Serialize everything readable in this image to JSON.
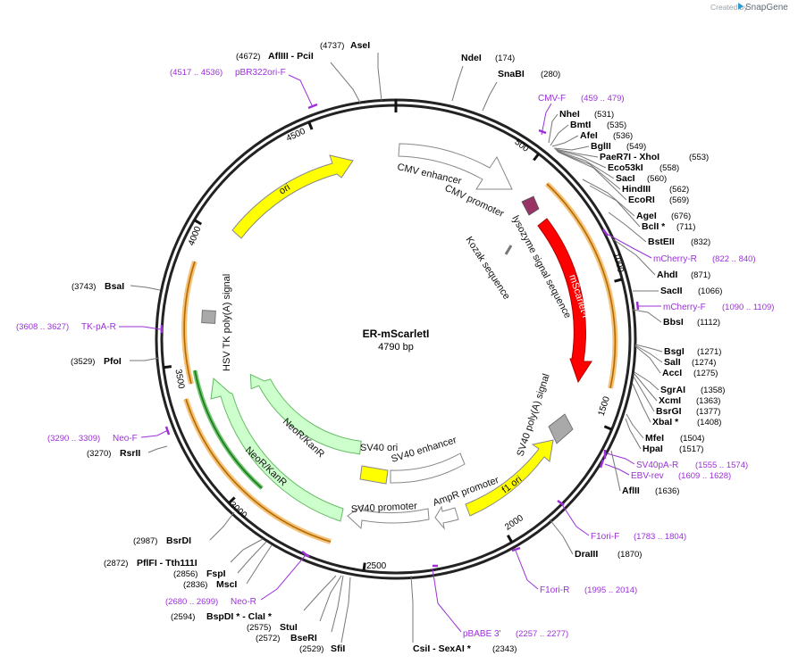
{
  "branding": {
    "created_by": "Created by",
    "brand": "SnapGene"
  },
  "plasmid": {
    "name": "ER-mScarletI",
    "size": "4790 bp",
    "length": 4790
  },
  "ticks": [
    {
      "pos": 500,
      "label": "500"
    },
    {
      "pos": 1000,
      "label": "1000"
    },
    {
      "pos": 1500,
      "label": "1500"
    },
    {
      "pos": 2000,
      "label": "2000"
    },
    {
      "pos": 2500,
      "label": "2500"
    },
    {
      "pos": 3000,
      "label": "3000"
    },
    {
      "pos": 3500,
      "label": "3500"
    },
    {
      "pos": 4000,
      "label": "4000"
    },
    {
      "pos": 4500,
      "label": "4500"
    }
  ],
  "features": [
    {
      "name": "CMV enhancer",
      "label": "CMV enhancer",
      "color": "#ffffff",
      "stroke": "#888888"
    },
    {
      "name": "CMV promoter",
      "label": "CMV promoter",
      "color": "#ffffff",
      "stroke": "#888888"
    },
    {
      "name": "lysozyme signal sequence",
      "label": "lysozyme signal sequence",
      "color": "#993366"
    },
    {
      "name": "Kozak sequence",
      "label": "Kozak sequence",
      "color": "#999999"
    },
    {
      "name": "mScarlet-I",
      "label": "mScarlet-I",
      "color": "#ff0000"
    },
    {
      "name": "SV40 poly(A) signal",
      "label": "SV40 poly(A) signal",
      "color": "#999999"
    },
    {
      "name": "f1 ori",
      "label": "f1 ori",
      "color": "#ffff00"
    },
    {
      "name": "AmpR promoter",
      "label": "AmpR promoter",
      "color": "#ffffff"
    },
    {
      "name": "SV40 promoter",
      "label": "SV40 promoter",
      "color": "#ffffff"
    },
    {
      "name": "SV40 ori",
      "label": "SV40 ori",
      "color": "#ffff00"
    },
    {
      "name": "SV40 enhancer",
      "label": "SV40 enhancer",
      "color": "#ffffff"
    },
    {
      "name": "NeoR/KanR inner",
      "label": "NeoR/KanR",
      "color": "#ccffcc"
    },
    {
      "name": "NeoR/KanR outer",
      "label": "NeoR/KanR",
      "color": "#ccffcc"
    },
    {
      "name": "HSV TK poly(A) signal",
      "label": "HSV TK poly(A) signal",
      "color": "#999999"
    },
    {
      "name": "ori",
      "label": "ori",
      "color": "#ffff00"
    }
  ],
  "sites": [
    {
      "pos": 4737,
      "name": "AseI",
      "coord": "(4737)"
    },
    {
      "pos": 4672,
      "name": "AflIII  - PciI",
      "coord": "(4672)"
    },
    {
      "pos": 174,
      "name": "NdeI",
      "coord": "(174)"
    },
    {
      "pos": 280,
      "name": "SnaBI",
      "coord": "(280)"
    },
    {
      "pos": 531,
      "name": "NheI",
      "coord": "(531)"
    },
    {
      "pos": 535,
      "name": "BmtI",
      "coord": "(535)"
    },
    {
      "pos": 536,
      "name": "AfeI",
      "coord": "(536)"
    },
    {
      "pos": 549,
      "name": "BglII",
      "coord": "(549)"
    },
    {
      "pos": 553,
      "name": "PaeR7I  - XhoI",
      "coord": "(553)"
    },
    {
      "pos": 558,
      "name": "Eco53kI",
      "coord": "(558)"
    },
    {
      "pos": 560,
      "name": "SacI",
      "coord": "(560)"
    },
    {
      "pos": 562,
      "name": "HindIII",
      "coord": "(562)"
    },
    {
      "pos": 569,
      "name": "EcoRI",
      "coord": "(569)"
    },
    {
      "pos": 676,
      "name": "AgeI",
      "coord": "(676)"
    },
    {
      "pos": 711,
      "name": "BclI *",
      "coord": "(711)"
    },
    {
      "pos": 832,
      "name": "BstEII",
      "coord": "(832)"
    },
    {
      "pos": 871,
      "name": "AhdI",
      "coord": "(871)"
    },
    {
      "pos": 1066,
      "name": "SacII",
      "coord": "(1066)"
    },
    {
      "pos": 1112,
      "name": "BbsI",
      "coord": "(1112)"
    },
    {
      "pos": 1271,
      "name": "BsgI",
      "coord": "(1271)"
    },
    {
      "pos": 1274,
      "name": "SalI",
      "coord": "(1274)"
    },
    {
      "pos": 1275,
      "name": "AccI",
      "coord": "(1275)"
    },
    {
      "pos": 1358,
      "name": "SgrAI",
      "coord": "(1358)"
    },
    {
      "pos": 1363,
      "name": "XcmI",
      "coord": "(1363)"
    },
    {
      "pos": 1377,
      "name": "BsrGI",
      "coord": "(1377)"
    },
    {
      "pos": 1408,
      "name": "XbaI *",
      "coord": "(1408)"
    },
    {
      "pos": 1504,
      "name": "MfeI",
      "coord": "(1504)"
    },
    {
      "pos": 1517,
      "name": "HpaI",
      "coord": "(1517)"
    },
    {
      "pos": 1636,
      "name": "AflII",
      "coord": "(1636)"
    },
    {
      "pos": 1870,
      "name": "DraIII",
      "coord": "(1870)"
    },
    {
      "pos": 2343,
      "name": "CsiI  - SexAI *",
      "coord": "(2343)"
    },
    {
      "pos": 2529,
      "name": "SfiI",
      "coord": "(2529)"
    },
    {
      "pos": 2572,
      "name": "BseRI",
      "coord": "(2572)"
    },
    {
      "pos": 2575,
      "name": "StuI",
      "coord": "(2575)"
    },
    {
      "pos": 2594,
      "name": "BspDI *  - ClaI *",
      "coord": "(2594)"
    },
    {
      "pos": 2836,
      "name": "MscI",
      "coord": "(2836)"
    },
    {
      "pos": 2856,
      "name": "FspI",
      "coord": "(2856)"
    },
    {
      "pos": 2872,
      "name": "PflFI  - Tth111I",
      "coord": "(2872)"
    },
    {
      "pos": 2987,
      "name": "BsrDI",
      "coord": "(2987)"
    },
    {
      "pos": 3270,
      "name": "RsrII",
      "coord": "(3270)"
    },
    {
      "pos": 3529,
      "name": "PfoI",
      "coord": "(3529)"
    },
    {
      "pos": 3743,
      "name": "BsaI",
      "coord": "(3743)"
    }
  ],
  "primers": [
    {
      "name": "pBR322ori-F",
      "range": "(4517 .. 4536)"
    },
    {
      "name": "CMV-F",
      "range": "(459 .. 479)"
    },
    {
      "name": "mCherry-R",
      "range": "(822 .. 840)"
    },
    {
      "name": "mCherry-F",
      "range": "(1090 .. 1109)"
    },
    {
      "name": "SV40pA-R",
      "range": "(1555 .. 1574)"
    },
    {
      "name": "EBV-rev",
      "range": "(1609 .. 1628)"
    },
    {
      "name": "F1ori-F",
      "range": "(1783 .. 1804)"
    },
    {
      "name": "F1ori-R",
      "range": "(1995 .. 2014)"
    },
    {
      "name": "pBABE 3'",
      "range": "(2257 .. 2277)"
    },
    {
      "name": "Neo-R",
      "range": "(2680 .. 2699)"
    },
    {
      "name": "Neo-F",
      "range": "(3290 .. 3309)"
    },
    {
      "name": "TK-pA-R",
      "range": "(3608 .. 3627)"
    }
  ]
}
